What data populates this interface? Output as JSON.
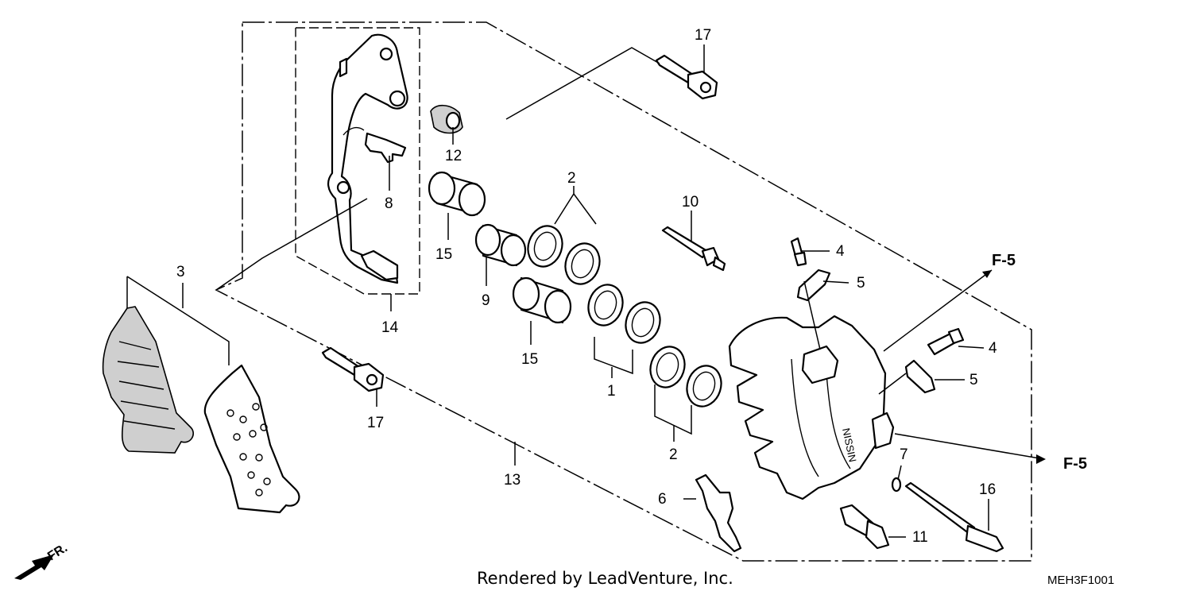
{
  "callouts": {
    "c1": "1",
    "c2a": "2",
    "c2b": "2",
    "c3": "3",
    "c4a": "4",
    "c4b": "4",
    "c5a": "5",
    "c5b": "5",
    "c6": "6",
    "c7": "7",
    "c8": "8",
    "c9": "9",
    "c10": "10",
    "c11": "11",
    "c12": "12",
    "c13": "13",
    "c14": "14",
    "c15a": "15",
    "c15b": "15",
    "c16": "16",
    "c17a": "17",
    "c17b": "17"
  },
  "references": {
    "f5_top": "F-5",
    "f5_right": "F-5"
  },
  "direction": {
    "front": "FR."
  },
  "footer": {
    "credit": "Rendered by LeadVenture, Inc.",
    "code": "MEH3F1001"
  }
}
